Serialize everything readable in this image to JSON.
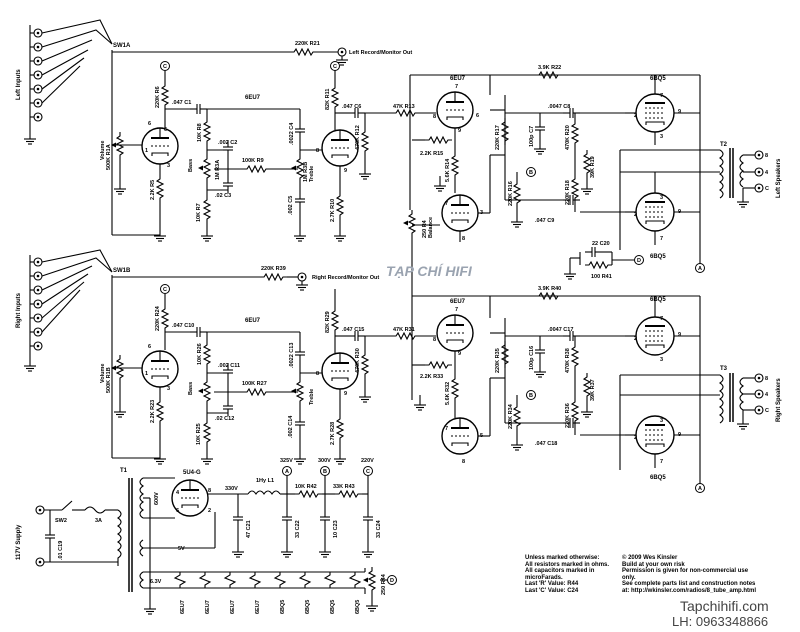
{
  "inputs": {
    "left": "Left Inputs",
    "right": "Right Inputs"
  },
  "switches": {
    "sw1a": "SW1A",
    "sw1b": "SW1B",
    "sw2": "SW2",
    "fuse": "3A",
    "supply": "117V Supply"
  },
  "outputs": {
    "left_record": "Left Record/Monitor Out",
    "right_record": "Right Record/Monitor Out",
    "left_speakers": "Left Speakers",
    "right_speakers": "Right Speakers"
  },
  "speaker_taps": [
    "8",
    "4",
    "C"
  ],
  "tubes": {
    "eu7": "6EU7",
    "bq5": "6BQ5",
    "rect": "5U4-G"
  },
  "preamp_left": {
    "r21": "220K R21",
    "r6": "220K R6",
    "c1": ".047 C1",
    "r8": "10K R8",
    "c2": ".002 C2",
    "r9": "100K R9",
    "c4": ".0022 C4",
    "r11": "82K R11",
    "c6": ".047 C6",
    "r5": "2.2K R5",
    "bass": "Bass",
    "r3": "1M R3A",
    "c3": ".02 C3",
    "r7": "10K R7",
    "c5": ".002 C5",
    "treble": "Treble",
    "r3b": "1M R3B",
    "r10": "2.7K R10",
    "r12": "470K R12",
    "vol": "Volume",
    "r1": "500K R1A"
  },
  "preamp_right": {
    "r39": "220K R39",
    "r24": "220K R24",
    "c10": ".047 C10",
    "r26": "10K R26",
    "c11": ".002 C11",
    "r27": "100K R27",
    "c13": ".0022 C13",
    "r29": "82K R29",
    "c15": ".047 C15",
    "r23": "2.2K R23",
    "bass": "Bass",
    "r25": "10K R25",
    "c12": ".02 C12",
    "c14": ".002 C14",
    "treble": "Treble",
    "r28": "2.7K R28",
    "r30": "470K R30",
    "vol": "Volume",
    "r1": "500K R1B"
  },
  "power_left": {
    "r13": "47K R13",
    "r22": "3.9K R22",
    "r15": "2.2K R15",
    "r14": "5.6K R14",
    "r17": "220K R17",
    "c8": ".0047 C8",
    "c7": "100p C7",
    "r20": "470K R20",
    "r19": "39K R19",
    "r16": "220K R16",
    "r18": "220K R18",
    "c9": ".047 C9",
    "r4": "250 R4",
    "balance": "Balance",
    "t2": "T2"
  },
  "power_right": {
    "r31": "47K R31",
    "r40": "3.9K R40",
    "r33": "2.2K R33",
    "r32": "5.6K R32",
    "r35": "220K R35",
    "c17": ".0047 C17",
    "c16": "100p C16",
    "r38": "470K R38",
    "r37": "39K R37",
    "r34": "220K R34",
    "r36": "220K R36",
    "c18": ".047 C18",
    "t3": "T3"
  },
  "bias": {
    "c20": "22 C20",
    "r41": "100 R41"
  },
  "supply": {
    "t1": "T1",
    "c19": ".01 C19",
    "v600": "600V",
    "v5": "5V",
    "v63": "6.3V",
    "l1": "1Hy L1",
    "v330": "330V",
    "v325": "325V",
    "v300": "300V",
    "v220": "220V",
    "r42": "10K R42",
    "r43": "33K R43",
    "c21": "47 C21",
    "c22": "33 C22",
    "c23": "10 C23",
    "c24": "33 C24",
    "r44": "250 R44"
  },
  "heaters": [
    "6EU7",
    "6EU7",
    "6EU7",
    "6EU7",
    "6BQ5",
    "6BQ5",
    "6BQ5",
    "6BQ5"
  ],
  "nodes": {
    "a": "A",
    "b": "B",
    "c": "C",
    "d": "D"
  },
  "notes": [
    "Unless marked otherwise:",
    "All resistors marked in ohms.",
    "All capacitors marked in",
    "microFarads.",
    "Last 'R' Value: R44",
    "Last 'C' Value: C24"
  ],
  "copyright": [
    "© 2009 Wes Kinsler",
    "Build at your own risk",
    "Permission is given for non-commercial use",
    "only.",
    "See complete parts list and construction notes",
    "at: http://wkinsler.com/radios/8_tube_amp.html"
  ],
  "watermark": {
    "brand": "TẠP CHÍ HIFI",
    "site": "Tapchihifi.com",
    "phone": "LH: 0963348866"
  }
}
